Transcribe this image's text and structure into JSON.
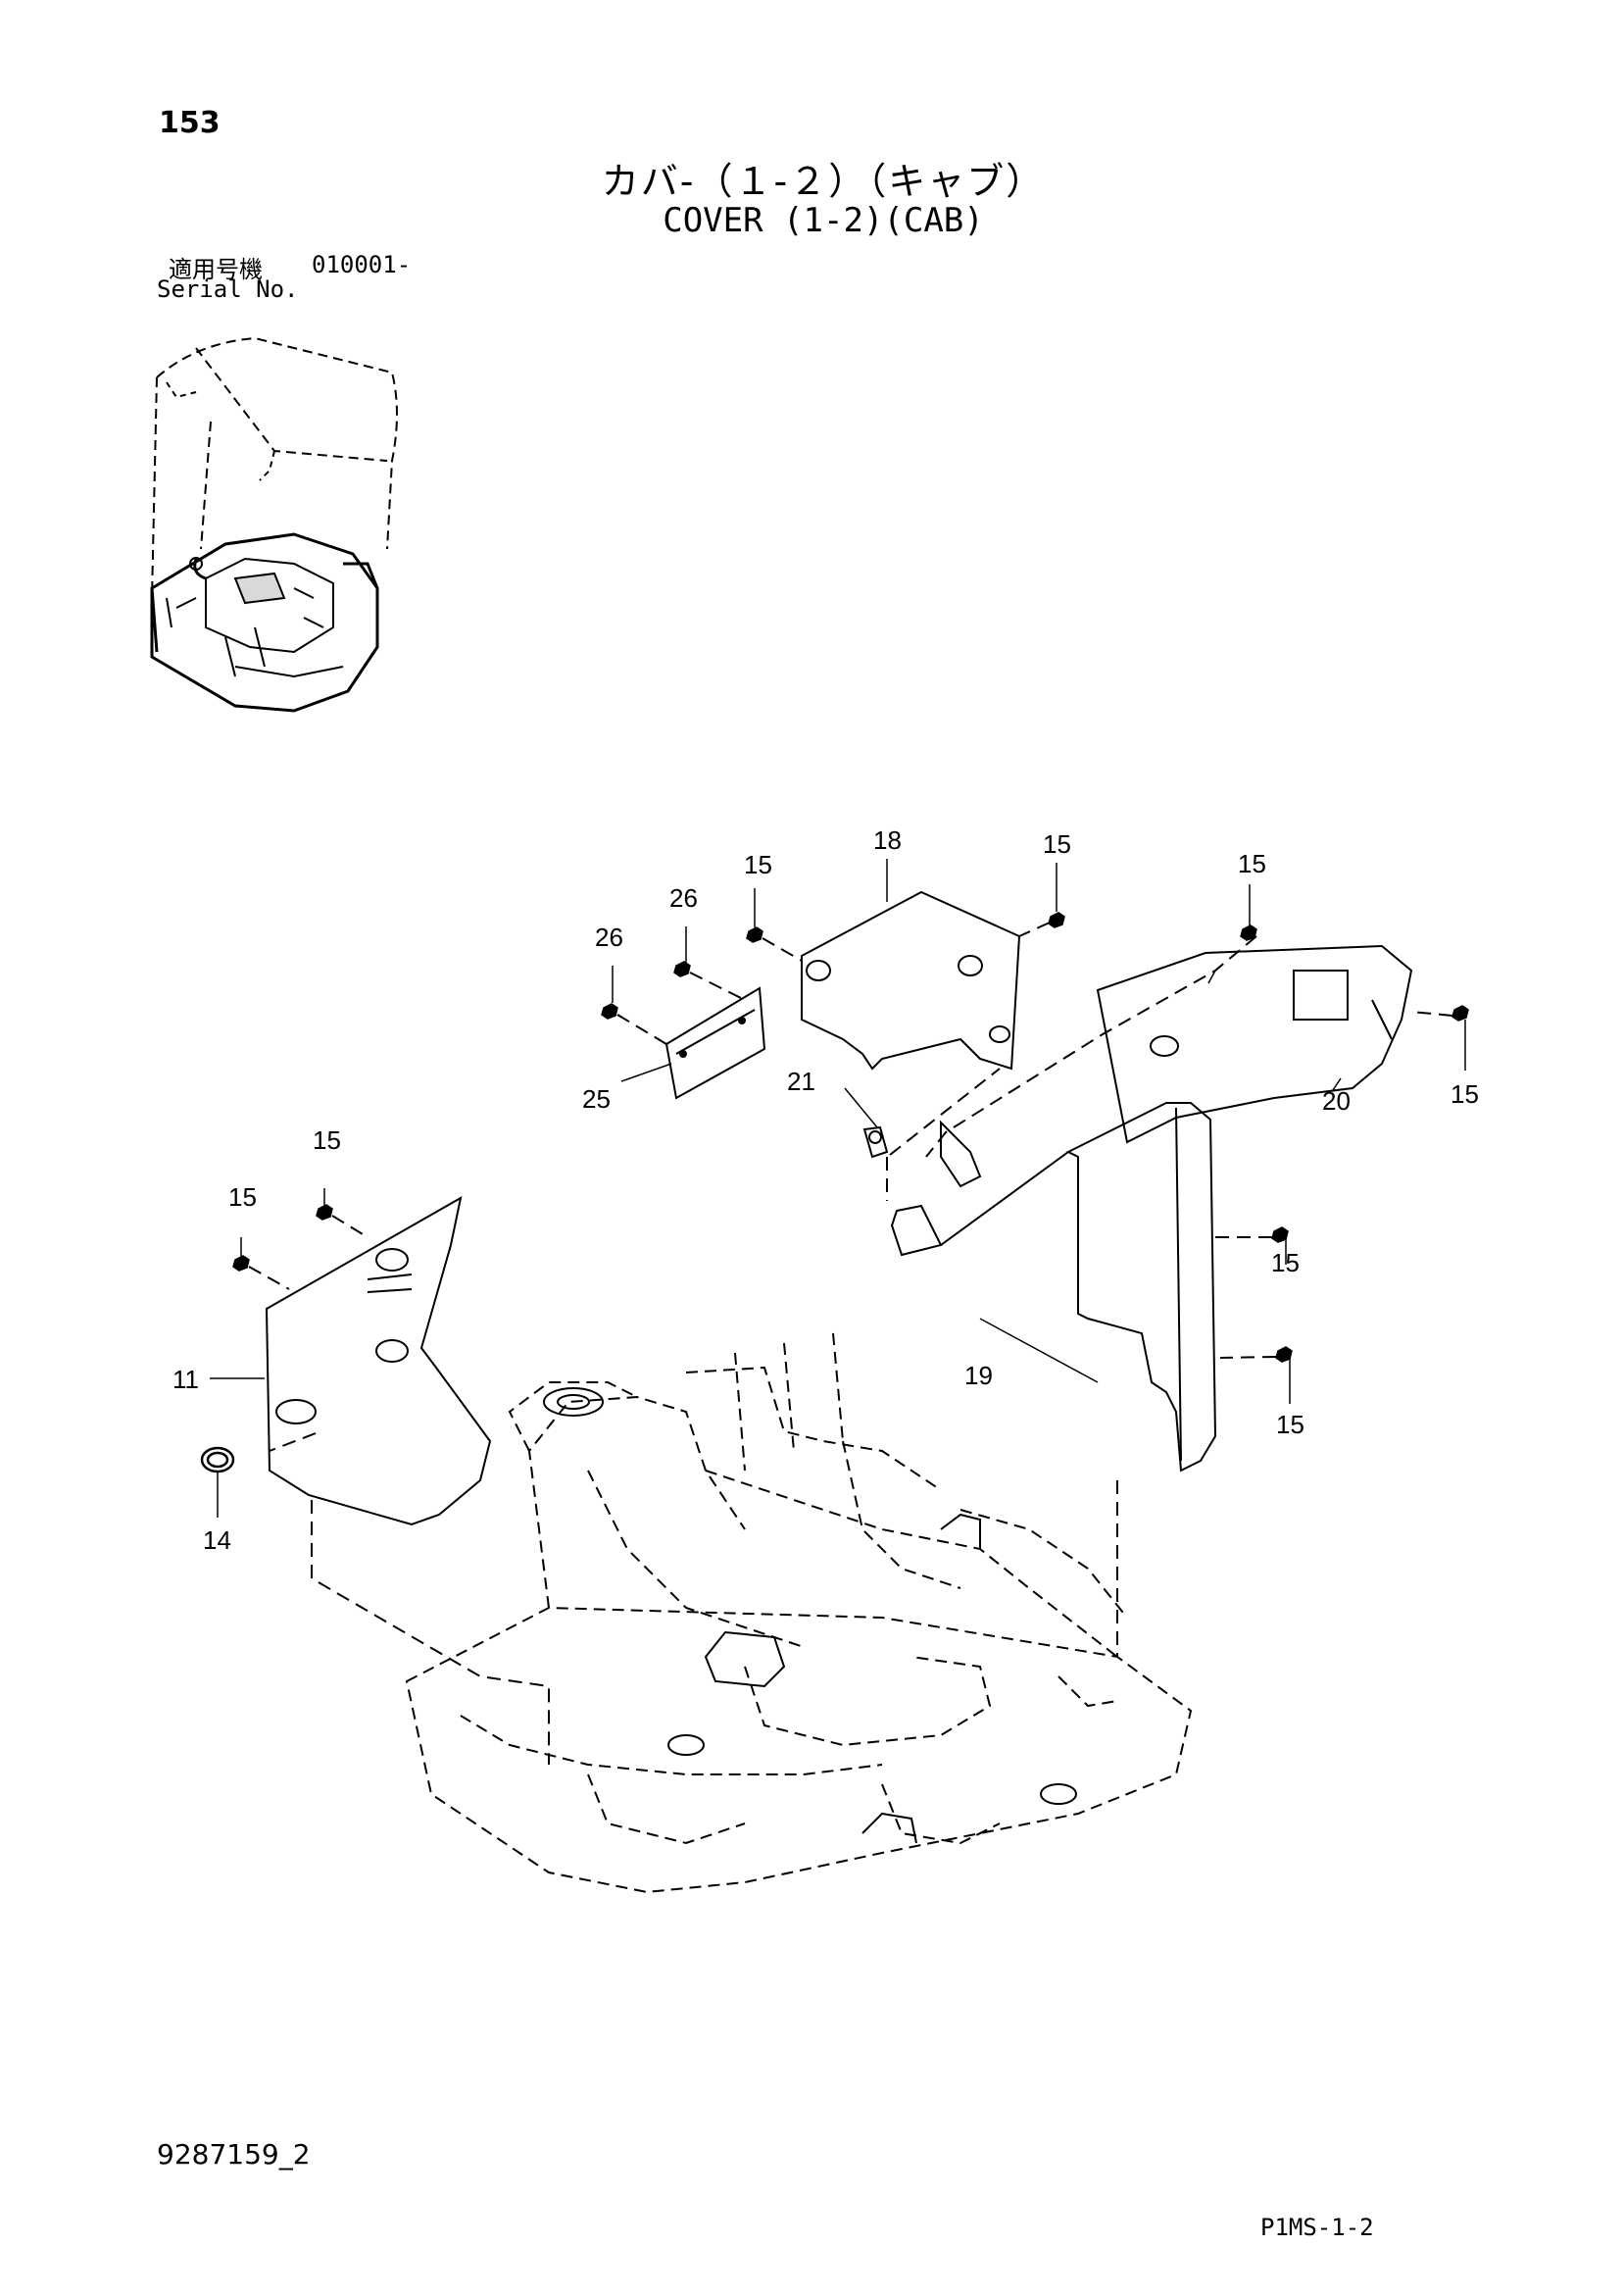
{
  "header": {
    "page_number": "153",
    "title_jp": "カバ-（１-２）（キャブ）",
    "title_en": "COVER (1-2)(CAB)",
    "serial_label_jp": "適用号機",
    "serial_range": "010001-",
    "serial_label_en": "Serial No."
  },
  "callouts": {
    "c11": "11",
    "c14": "14",
    "c15a": "15",
    "c15b": "15",
    "c15c": "15",
    "c15d": "15",
    "c15e": "15",
    "c15f": "15",
    "c15g": "15",
    "c15h": "15",
    "c18": "18",
    "c19": "19",
    "c20": "20",
    "c21": "21",
    "c25": "25",
    "c26a": "26",
    "c26b": "26"
  },
  "footer": {
    "doc_code": "9287159_2",
    "page_code": "P1MS-1-2"
  }
}
